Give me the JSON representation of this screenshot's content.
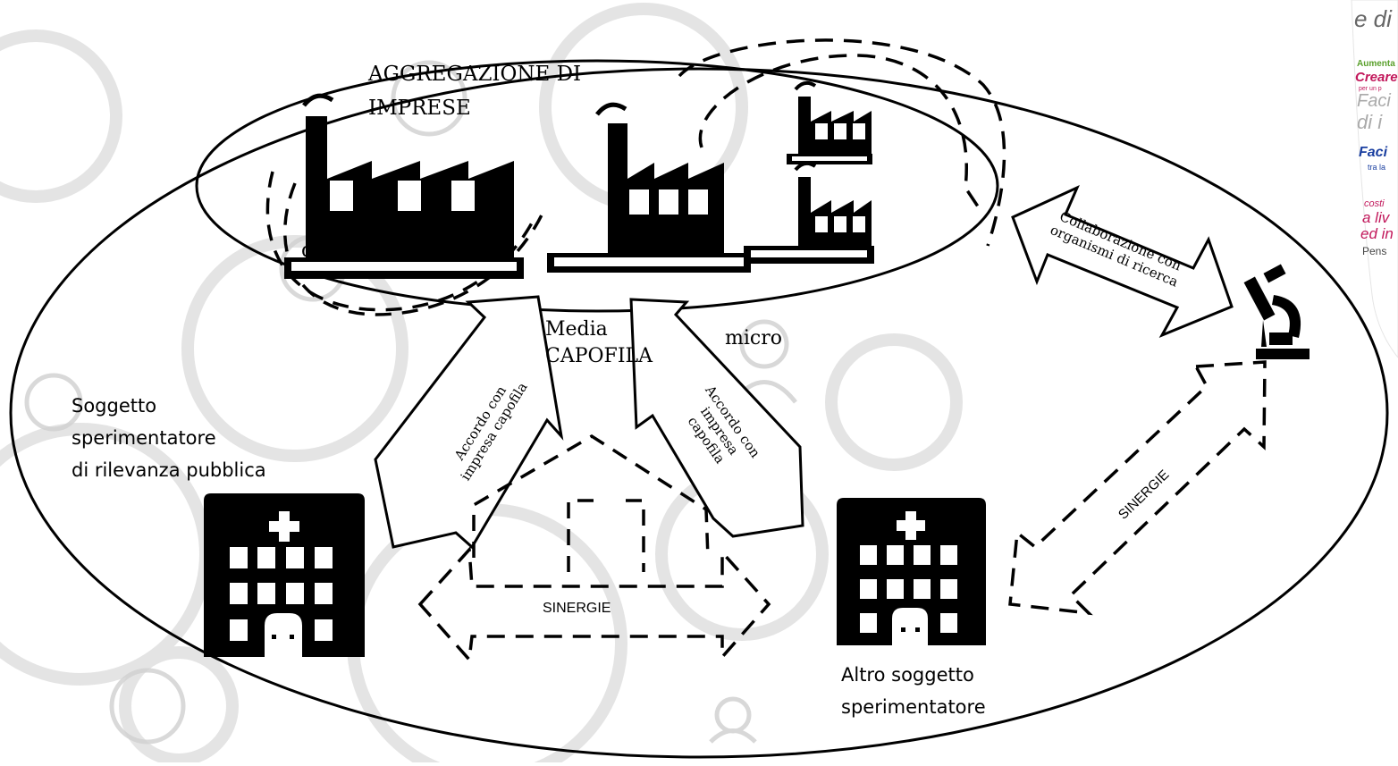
{
  "title": [
    "AGGREGAZIONE DI",
    "IMPRESE"
  ],
  "companies": {
    "large": "grande",
    "medium": [
      "Media",
      "CAPOFILA"
    ],
    "micro": "micro"
  },
  "public_subject": [
    "Soggetto",
    "sperimentatore",
    "di rilevanza pubblica"
  ],
  "other_subject": [
    "Altro  soggetto",
    "sperimentatore"
  ],
  "arrows": {
    "research": [
      "Collaborazione con",
      "organismi di ricerca"
    ],
    "agreement_left": [
      "Accordo con",
      "impresa  capofila"
    ],
    "agreement_right": [
      "Accordo con",
      "impresa",
      "capofila"
    ],
    "synergies_bottom": "SINERGIE",
    "synergies_right": "SINERGIE"
  },
  "word_cloud": [
    "e di",
    "Aumenta",
    "Creare",
    "per un p",
    "Faci",
    "di i",
    "Faci",
    "tra la",
    "costi",
    "a liv",
    "ed in",
    "Pens"
  ]
}
